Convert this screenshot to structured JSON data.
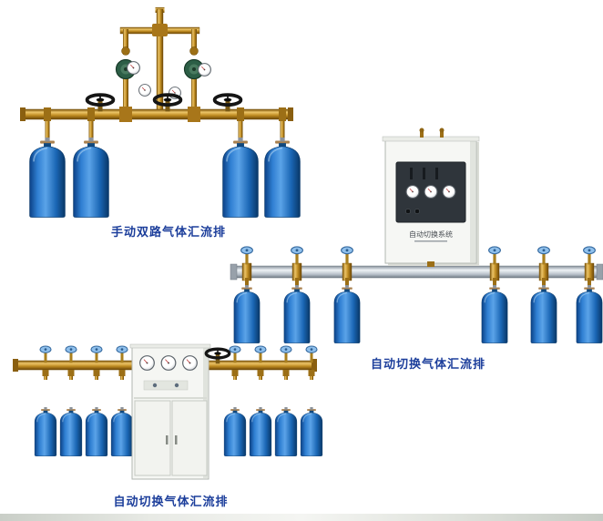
{
  "products": [
    {
      "name": "manual-dual-manifold",
      "caption": "手动双路气体汇流排"
    },
    {
      "name": "auto-switch-manifold",
      "caption": "自动切换气体汇流排",
      "cabinet_label": "自动切换系统"
    },
    {
      "name": "auto-switch-manifold-2",
      "caption": "自动切换气体汇流排"
    }
  ],
  "colors": {
    "caption_text": "#1c3e9b",
    "cylinder_blue": "#2f7fd2",
    "brass_pipe": "#c9912a",
    "manifold_silver": "#b9c2cb",
    "cabinet_white": "#f5f6f3",
    "regulator_green": "#2c5e46"
  }
}
